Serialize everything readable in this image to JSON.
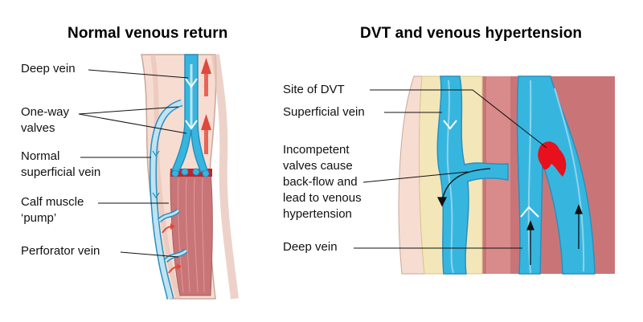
{
  "left_panel": {
    "title": "Normal venous return",
    "labels": {
      "deep_vein": "Deep vein",
      "one_way_valves_1": "One-way",
      "one_way_valves_2": "valves",
      "normal_superficial_vein_1": "Normal",
      "normal_superficial_vein_2": "superficial vein",
      "calf_muscle_pump_1": "Calf muscle",
      "calf_muscle_pump_2": "‘pump’",
      "perforator_vein": "Perforator vein"
    }
  },
  "right_panel": {
    "title": "DVT and venous hypertension",
    "labels": {
      "site_of_dvt": "Site of DVT",
      "superficial_vein": "Superficial vein",
      "incompetent_1": "Incompetent",
      "incompetent_2": "valves cause",
      "incompetent_3": "back-flow and",
      "incompetent_4": "lead to venous",
      "incompetent_5": "hypertension",
      "deep_vein": "Deep vein"
    }
  },
  "colors": {
    "vein_fill": "#36b6df",
    "vein_light": "#bfe3f2",
    "vein_outline": "#2a8fbe",
    "skin": "#f7dcd2",
    "skin_outline": "#c9a79b",
    "fat": "#f3e6b8",
    "muscle": "#c97577",
    "muscle_light": "#d98a8a",
    "clot": "#e8101c",
    "arrow_red": "#e0483a"
  }
}
